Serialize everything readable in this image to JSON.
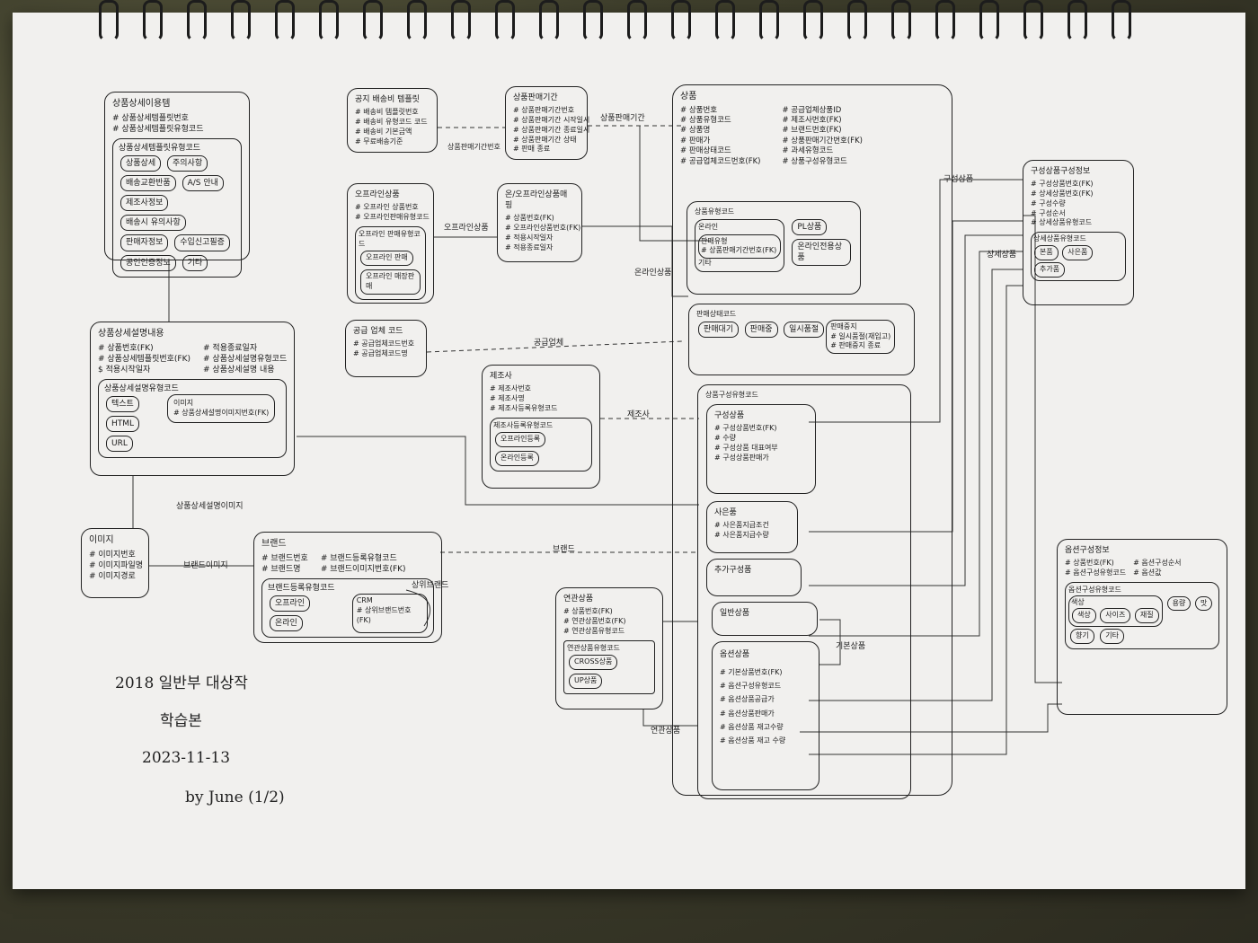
{
  "entities": {
    "item_desc_template": {
      "title": "상품상세이용템",
      "attrs": [
        "# 상품상세템플릿번호",
        "# 상품상세템플릿유형코드"
      ],
      "group_title": "상품상세템플릿유형코드",
      "chips": [
        "상품상세",
        "주의사항",
        "배송교환반품",
        "A/S 안내",
        "제조사정보",
        "배송시 유의사항",
        "판매자정보",
        "수입신고필증",
        "공인인증정보",
        "기타"
      ]
    },
    "item_desc_info": {
      "title": "상품상세설명내용",
      "attrs_left": [
        "# 상품번호(FK)",
        "# 상품상세템플릿번호(FK)",
        "$ 적용시작일자"
      ],
      "attrs_right": [
        "# 적용종료일자",
        "# 상품상세설명유형코드",
        "# 상품상세설명 내용"
      ],
      "group_title": "상품상세설명유형코드",
      "chips": [
        "텍스트",
        "HTML",
        "URL"
      ],
      "image_box_title": "이미지",
      "image_box_attr": "# 상품상세설명이미지번호(FK)"
    },
    "image": {
      "title": "이미지",
      "attrs": [
        "# 이미지번호",
        "# 이미지파일명",
        "# 이미지경로"
      ]
    },
    "brand": {
      "title": "브랜드",
      "attrs_left": [
        "# 브랜드번호",
        "# 브랜드명"
      ],
      "attrs_right": [
        "# 브랜드등록유형코드",
        "# 브랜드이미지번호(FK)"
      ],
      "group_title": "브랜드등록유형코드",
      "chips": [
        "오프라인",
        "온라인"
      ],
      "crm_title": "CRM",
      "crm_attr": "# 상위브랜드번호(FK)"
    },
    "delivery_template": {
      "title": "공지 배송비 템플릿",
      "attrs": [
        "# 배송비 템플릿번호",
        "# 배송비 유형코드 코드",
        "# 배송비 기본금액",
        "# 무료배송기준"
      ]
    },
    "item_sale_period": {
      "title": "상품판매기간",
      "attrs": [
        "# 상품판매기간번호",
        "# 상품판매기간 시작일시",
        "# 상품판매기간 종료일시",
        "# 상품판매기간 상태",
        "# 판매 종료"
      ]
    },
    "offline_item": {
      "title": "오프라인상품",
      "attrs": [
        "# 오프라인 상품번호",
        "# 오프라인판매유형코드"
      ],
      "group_title": "오프라인 판매유형코드",
      "chips": [
        "오프라인 판매",
        "오프라인 매장판매"
      ]
    },
    "offline_mapping": {
      "title": "온/오프라인상품매핑",
      "attrs": [
        "# 상품번호(FK)",
        "# 오프라인상품번호(FK)",
        "# 적용시작일자",
        "# 적용종료일자"
      ]
    },
    "supplier_code": {
      "title": "공급 업체 코드",
      "attrs": [
        "# 공급업체코드번호",
        "# 공급업체코드명"
      ]
    },
    "manufacturer": {
      "title": "제조사",
      "attrs": [
        "# 제조사번호",
        "# 제조사명",
        "# 제조사등록유형코드"
      ],
      "group_title": "제조사등록유형코드",
      "chips": [
        "오프라인등록",
        "온라인등록"
      ]
    },
    "related_item": {
      "title": "연관상품",
      "attrs": [
        "# 상품번호(FK)",
        "# 연관상품번호(FK)",
        "# 연관상품유형코드"
      ],
      "group_title": "연관상품유형코드",
      "chips": [
        "CROSS상품",
        "UP상품"
      ]
    },
    "product": {
      "title": "상품",
      "attrs_left": [
        "# 상품번호",
        "# 상품유형코드",
        "# 상품명",
        "# 판매가",
        "# 판매상태코드",
        "# 공급업체코드번호(FK)"
      ],
      "attrs_right": [
        "# 공급업체상품ID",
        "# 제조사번호(FK)",
        "# 브랜드번호(FK)",
        "# 상품판매기간번호(FK)",
        "# 과세유형코드",
        "# 상품구성유형코드"
      ],
      "type_title": "상품유형코드",
      "online_title": "온라인",
      "online_sub": "판매유형",
      "online_attr": "# 상품판매기간번호(FK)",
      "etc": "기타",
      "pl_chip": "PL상품",
      "online_chip": "온라인전용상품",
      "status_title": "판매상태코드",
      "status_chips": [
        "판매대기",
        "판매중",
        "일시품절",
        "판매중지"
      ],
      "stop_title": "판매중지",
      "stop_items": [
        "# 일시품절(재입고)",
        "# 판매중지 종료"
      ],
      "comp_title": "상품구성유형코드",
      "subtypes": [
        {
          "title": "구성상품",
          "attrs": [
            "# 구성상품번호(FK)",
            "# 수량",
            "# 구성상품 대표여부",
            "# 구성상품판매가"
          ]
        },
        {
          "title": "사은품",
          "attrs": [
            "# 사은품지급조건",
            "# 사은품지급수량"
          ]
        },
        {
          "title": "추가구성품",
          "attrs": []
        },
        {
          "title": "일반상품",
          "attrs": []
        },
        {
          "title": "옵션상품",
          "attrs": [
            "# 기본상품번호(FK)",
            "# 옵션구성유형코드",
            "# 옵션상품공급가",
            "# 옵션상품판매가",
            "# 옵션상품 재고수량",
            "# 옵션상품 재고 수량"
          ]
        }
      ]
    },
    "composition": {
      "title": "구성상품구성정보",
      "attrs": [
        "# 구성상품번호(FK)",
        "# 상세상품번호(FK)",
        "# 구성수량",
        "# 구성순서",
        "# 상세상품유형코드"
      ],
      "group_title": "상세상품유형코드",
      "chips": [
        "본품",
        "사은품",
        "추가품"
      ]
    },
    "option_info": {
      "title": "옵션구성정보",
      "attrs_left": [
        "# 상품번호(FK)",
        "# 옵션구성유형코드"
      ],
      "attrs_right": [
        "# 옵션구성순서",
        "# 옵션값"
      ],
      "group_title": "옵션구성유형코드",
      "sub_title": "색상",
      "chips": [
        "색상",
        "사이즈",
        "재질"
      ],
      "extra": [
        "용량",
        "맛",
        "향기",
        "기타"
      ]
    }
  },
  "relations": {
    "r1": "상품상세설명이미지",
    "r2": "브랜드이미지",
    "r3": "브랜드",
    "r4": "공급업체",
    "r5": "제조사",
    "r6": "오프라인상품",
    "r7": "온라인상품",
    "r8": "상품판매기간",
    "r9": "구성상품",
    "r10": "상세상품",
    "r11": "기본상품",
    "r12": "연관상품",
    "r13": "상위브랜드",
    "r14": "상품판매기간번호"
  },
  "signature": {
    "line1": "2018 일반부 대상작",
    "line2": "학습본",
    "line3": "2023-11-13",
    "line4": "by June (1/2)"
  }
}
